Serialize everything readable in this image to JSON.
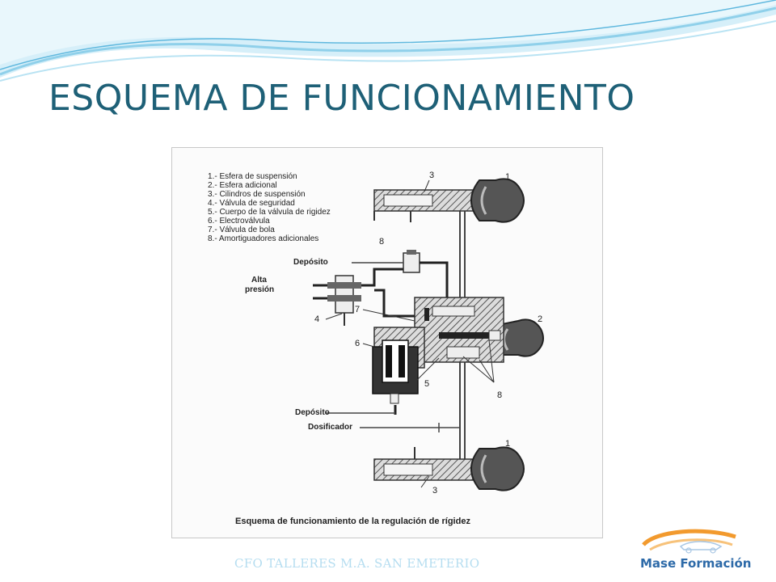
{
  "slide": {
    "title": "ESQUEMA DE FUNCIONAMIENTO",
    "footer": "CFO TALLERES M.A. SAN EMETERIO",
    "logo_text": "Mase Formación"
  },
  "diagram": {
    "legend": [
      "1.- Esfera de suspensión",
      "2.- Esfera adicional",
      "3.- Cilindros de suspensión",
      "4.- Válvula de seguridad",
      "5.- Cuerpo de la válvula de rigidez",
      "6.- Electroválvula",
      "7.- Válvula de bola",
      "8.- Amortiguadores adicionales"
    ],
    "labels": {
      "deposito_top": "Depósito",
      "alta": "Alta",
      "presion": "presión",
      "deposito_bottom": "Depósito",
      "dosificador": "Dosificador"
    },
    "numbers": {
      "n3_top": "3",
      "n1_top": "1",
      "n8_top": "8",
      "n4": "4",
      "n7": "7",
      "n2": "2",
      "n6": "6",
      "n5": "5",
      "n8_right": "8",
      "n1_bottom": "1",
      "n3_bottom": "3"
    },
    "caption": "Esquema de funcionamiento de la regulación de rígidez"
  },
  "colors": {
    "title": "#1e6077",
    "footer": "#b5ddf0",
    "logo": "#2d6aa8",
    "wave_light": "#d6eff9",
    "wave_mid": "#8fd0ea",
    "logo_orange": "#f29a2e"
  }
}
